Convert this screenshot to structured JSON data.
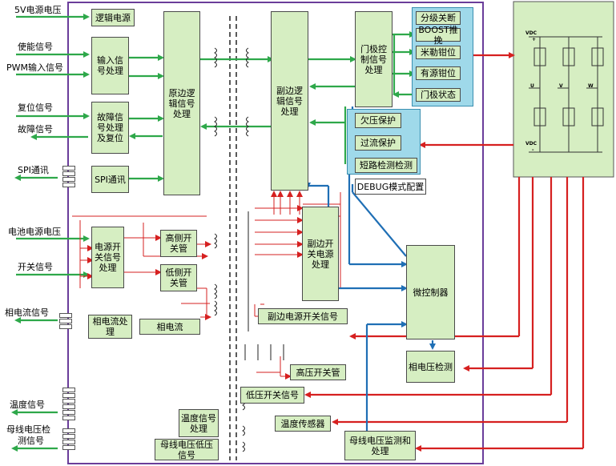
{
  "inputs": {
    "v5": "5V电源电压",
    "enable": "使能信号",
    "pwm": "PWM输入信号",
    "reset": "复位信号",
    "fault": "故障信号",
    "spi": "SPI通讯",
    "battery": "电池电源电压",
    "switch_sig": "开关信号",
    "phase_current_sig": "相电流信号",
    "temp_sig": "温度信号",
    "bus_v_line1": "母线电压检",
    "bus_v_line2": "测信号"
  },
  "blocks": {
    "logic_power": "逻辑电源",
    "input_proc": "输入信号处理",
    "fault_proc": "故障信号处理及复位",
    "spi_comm": "SPI通讯",
    "primary_logic": "原边逻辑信号处理",
    "secondary_logic": "副边逻辑信号处理",
    "gate_ctrl": "门极控制信号处理",
    "power_switch_proc": "电源开关信号处理",
    "high_side": "高侧开关管",
    "low_side": "低侧开关管",
    "secondary_switch_power": "副边开关电源处理",
    "mcu": "微控制器",
    "phase_current_proc": "相电流处理",
    "phase_current": "相电流",
    "secondary_power_switch_sig": "副边电源开关信号",
    "phase_voltage_detect": "相电压检测",
    "hv_switch": "高压开关管",
    "lv_switch_sig": "低压开关信号",
    "temp_sensor": "温度传感器",
    "temp_proc": "温度信号处理",
    "bus_v_low": "母线电压低压信号",
    "bus_v_monitor": "母线电压监测和处理",
    "debug": "DEBUG模式配置"
  },
  "gate_funcs": [
    "分级关断",
    "BOOST推挽",
    "米勒钳位",
    "有源钳位",
    "门极状态"
  ],
  "protections": [
    "欠压保护",
    "过流保护",
    "短路检测检测"
  ],
  "inverter": {
    "vdc_top": "VDC",
    "vdc_top_sign": "+",
    "phase_u": "U",
    "phase_v": "V",
    "phase_w": "W",
    "vdc_bottom": "VDC",
    "vdc_bottom_sign": "-"
  },
  "colors": {
    "green_arrow": "#2ea84a",
    "red_arrow": "#d62020",
    "blue_arrow": "#1f6fb5",
    "block_fill": "#d6eec2",
    "cyan_fill": "#9fd9ea",
    "border_purple": "#6a3d9a"
  }
}
